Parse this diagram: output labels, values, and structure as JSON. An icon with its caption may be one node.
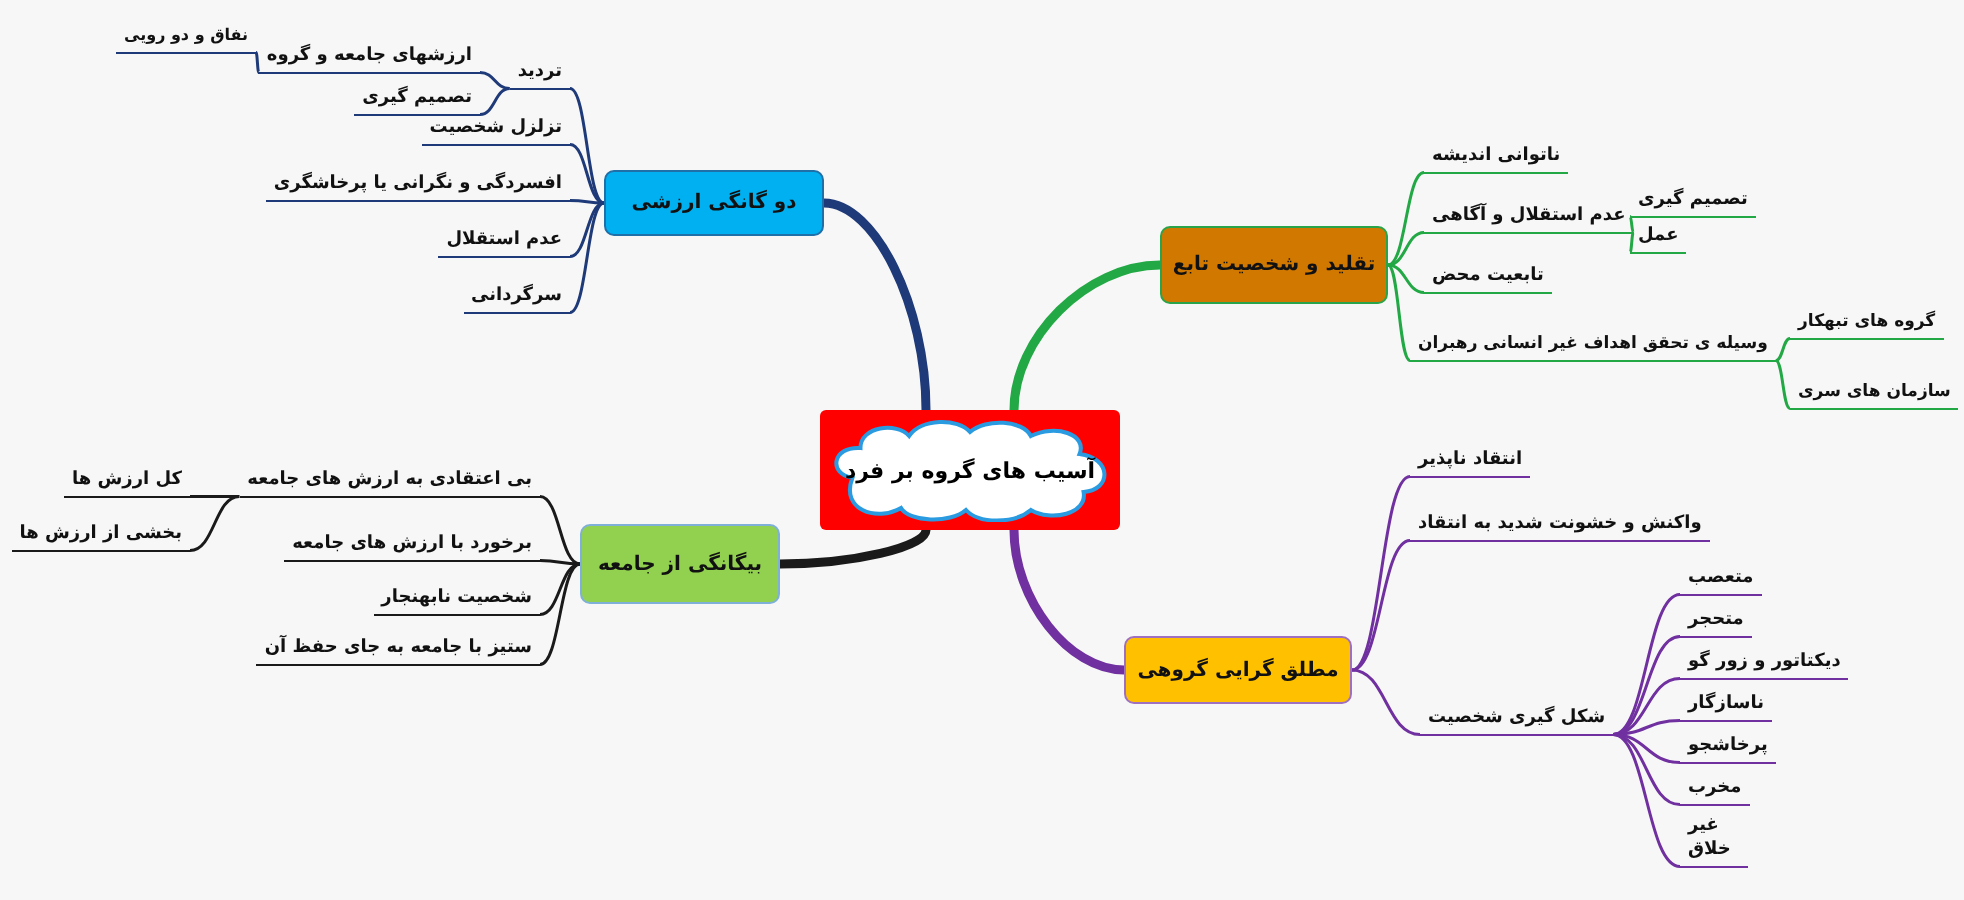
{
  "diagram": {
    "nodes": [
      {
        "text": [
          "آسیب های گروه بر فرد"
        ]
      },
      {
        "text": [
          "دو گانگی ارزشی"
        ]
      },
      {
        "text": [
          "تردید"
        ]
      },
      {
        "text": [
          "ارزشهای جامعه و گروه"
        ]
      },
      {
        "text": [
          "نفاق و دو رویی"
        ]
      },
      {
        "text": [
          "تصمیم گیری"
        ]
      },
      {
        "text": [
          "تزلزل شخصیت"
        ]
      },
      {
        "text": [
          "افسردگی و نگرانی یا پرخاشگری"
        ]
      },
      {
        "text": [
          "عدم استقلال"
        ]
      },
      {
        "text": [
          "سرگردانی"
        ]
      },
      {
        "text": [
          "تقلید و شخصیت تابع"
        ]
      },
      {
        "text": [
          "ناتوانی اندیشه"
        ]
      },
      {
        "text": [
          "عدم استقلال و آگاهی"
        ]
      },
      {
        "text": [
          "تصمیم گیری"
        ]
      },
      {
        "text": [
          "عمل"
        ]
      },
      {
        "text": [
          "تابعیت محض"
        ]
      },
      {
        "text": [
          "وسیله ی تحقق اهداف غیر انسانی رهبران"
        ]
      },
      {
        "text": [
          "گروه های تبهکار"
        ]
      },
      {
        "text": [
          "سازمان های سری"
        ]
      },
      {
        "text": [
          "بیگانگی از جامعه"
        ]
      },
      {
        "text": [
          "بی اعتقادی به ارزش های جامعه"
        ]
      },
      {
        "text": [
          "کل ارزش ها"
        ]
      },
      {
        "text": [
          "بخشی از ارزش ها"
        ]
      },
      {
        "text": [
          "برخورد با ارزش های جامعه"
        ]
      },
      {
        "text": [
          "شخصیت نابهنجار"
        ]
      },
      {
        "text": [
          "ستیز با جامعه به جای حفظ آن"
        ]
      },
      {
        "text": [
          "مطلق گرایی گروهی"
        ]
      },
      {
        "text": [
          "انتقاد ناپذیر"
        ]
      },
      {
        "text": [
          "واکنش و خشونت شدید به انتقاد"
        ]
      },
      {
        "text": [
          "شکل گیری شخصیت"
        ]
      },
      {
        "text": [
          "متعصب"
        ]
      },
      {
        "text": [
          "متحجر"
        ]
      },
      {
        "text": [
          "دیکتاتور و زور گو"
        ]
      },
      {
        "text": [
          "ناسازگار"
        ]
      },
      {
        "text": [
          "پرخاشجو"
        ]
      },
      {
        "text": [
          "مخرب"
        ]
      },
      {
        "text": [
          "غیر خلاق"
        ]
      }
    ],
    "edges": [
      {
        "from": 0,
        "to": 1,
        "arrow": "none",
        "style": "thick",
        "color": "#1f3a78"
      },
      {
        "from": 1,
        "to": 2,
        "arrow": "none",
        "color": "#1f3a78"
      },
      {
        "from": 2,
        "to": 3,
        "arrow": "none",
        "color": "#1f3a78"
      },
      {
        "from": 3,
        "to": 4,
        "arrow": "none",
        "color": "#1f3a78"
      },
      {
        "from": 2,
        "to": 5,
        "arrow": "none",
        "color": "#1f3a78"
      },
      {
        "from": 1,
        "to": 6,
        "arrow": "none",
        "color": "#1f3a78"
      },
      {
        "from": 1,
        "to": 7,
        "arrow": "none",
        "color": "#1f3a78"
      },
      {
        "from": 1,
        "to": 8,
        "arrow": "none",
        "color": "#1f3a78"
      },
      {
        "from": 1,
        "to": 9,
        "arrow": "none",
        "color": "#1f3a78"
      },
      {
        "from": 0,
        "to": 10,
        "arrow": "none",
        "style": "thick",
        "color": "#22a844"
      },
      {
        "from": 10,
        "to": 11,
        "arrow": "none",
        "color": "#22a844"
      },
      {
        "from": 10,
        "to": 12,
        "arrow": "none",
        "color": "#22a844"
      },
      {
        "from": 12,
        "to": 13,
        "arrow": "none",
        "color": "#22a844"
      },
      {
        "from": 12,
        "to": 14,
        "arrow": "none",
        "color": "#22a844"
      },
      {
        "from": 10,
        "to": 15,
        "arrow": "none",
        "color": "#22a844"
      },
      {
        "from": 10,
        "to": 16,
        "arrow": "none",
        "color": "#22a844"
      },
      {
        "from": 16,
        "to": 17,
        "arrow": "none",
        "color": "#22a844"
      },
      {
        "from": 16,
        "to": 18,
        "arrow": "none",
        "color": "#22a844"
      },
      {
        "from": 0,
        "to": 19,
        "arrow": "none",
        "style": "thick",
        "color": "#1a1a1a"
      },
      {
        "from": 19,
        "to": 20,
        "arrow": "none",
        "color": "#1a1a1a"
      },
      {
        "from": 20,
        "to": 21,
        "arrow": "none",
        "color": "#1a1a1a"
      },
      {
        "from": 20,
        "to": 22,
        "arrow": "none",
        "color": "#1a1a1a"
      },
      {
        "from": 19,
        "to": 23,
        "arrow": "none",
        "color": "#1a1a1a"
      },
      {
        "from": 19,
        "to": 24,
        "arrow": "none",
        "color": "#1a1a1a"
      },
      {
        "from": 19,
        "to": 25,
        "arrow": "none",
        "color": "#1a1a1a"
      },
      {
        "from": 0,
        "to": 26,
        "arrow": "none",
        "style": "thick",
        "color": "#7030a0"
      },
      {
        "from": 26,
        "to": 27,
        "arrow": "none",
        "color": "#7030a0"
      },
      {
        "from": 26,
        "to": 28,
        "arrow": "none",
        "color": "#7030a0"
      },
      {
        "from": 26,
        "to": 29,
        "arrow": "none",
        "color": "#7030a0"
      },
      {
        "from": 29,
        "to": 30,
        "arrow": "none",
        "color": "#7030a0"
      },
      {
        "from": 29,
        "to": 31,
        "arrow": "none",
        "color": "#7030a0"
      },
      {
        "from": 29,
        "to": 32,
        "arrow": "none",
        "color": "#7030a0"
      },
      {
        "from": 29,
        "to": 33,
        "arrow": "none",
        "color": "#7030a0"
      },
      {
        "from": 29,
        "to": 34,
        "arrow": "none",
        "color": "#7030a0"
      },
      {
        "from": 29,
        "to": 35,
        "arrow": "none",
        "color": "#7030a0"
      },
      {
        "from": 29,
        "to": 36,
        "arrow": "none",
        "color": "#7030a0"
      }
    ]
  }
}
